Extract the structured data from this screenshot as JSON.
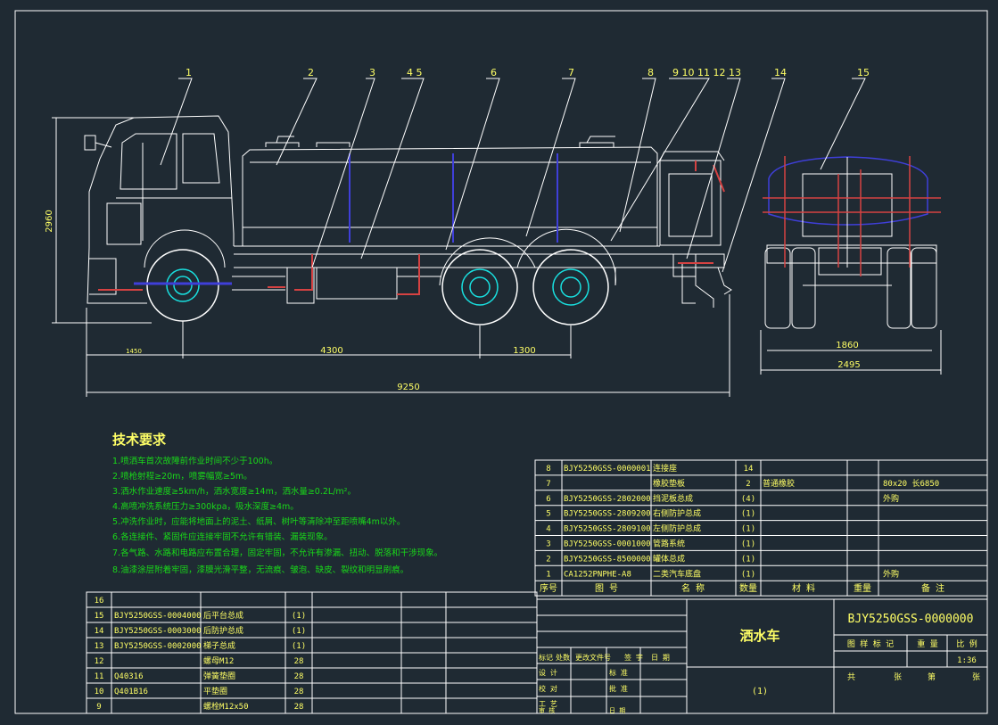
{
  "colors": {
    "background": "#1f2a33",
    "lines": "#ffffff",
    "text": "#ffff66",
    "table_text": "#ffffff",
    "cyan": "#19e0e0",
    "red": "#d64242",
    "blue": "#3f3fd9",
    "green": "#19d919",
    "magenta": "#c64cc6"
  },
  "callouts": [
    "1",
    "2",
    "3",
    "4 5",
    "6",
    "7",
    "8",
    "9 10 11 12",
    "13",
    "14",
    "15"
  ],
  "dims": {
    "height": "2960",
    "overall_length": "9250",
    "wheelbase": "4300",
    "rear_spacing": "1300",
    "front_overhang": "1450",
    "track": "1860",
    "width": "2495"
  },
  "tech": {
    "title": "技术要求",
    "items": [
      "1.喷洒车首次故障前作业时间不少于100h。",
      "2.喷枪射程≥20m，喷雾幅宽≥5m。",
      "3.洒水作业速度≥5km/h，洒水宽度≥14m，洒水量≥0.2L/m²。",
      "4.高喷冲洗系统压力≥300kpa，吸水深度≥4m。",
      "5.冲洗作业时，应能将地面上的泥土、纸屑、树叶等清除冲至距喷嘴4m以外。",
      "6.各连接件、紧固件应连接牢固不允许有错装、漏装现象。",
      "7.各气路、水路和电路应布置合理，固定牢固，不允许有渗漏、扭动、脱落和干涉现象。",
      "8.油漆涂层附着牢固，漆膜光滑平整，无流痕、皱泡、缺皮、裂纹和明显刷痕。"
    ]
  },
  "parts_upper": [
    {
      "seq": "8",
      "code": "BJY5250GSS-0000001",
      "name": "连接座",
      "qty": "14",
      "material": "",
      "weight": "",
      "note": ""
    },
    {
      "seq": "7",
      "code": "",
      "name": "橡胶垫板",
      "qty": "2",
      "material": "普通橡胶",
      "weight": "",
      "note": "80x20  长6850"
    },
    {
      "seq": "6",
      "code": "BJY5250GSS-2802000",
      "name": "挡泥板总成",
      "qty": "(4)",
      "material": "",
      "weight": "",
      "note": "外购"
    },
    {
      "seq": "5",
      "code": "BJY5250GSS-2809200",
      "name": "右侧防护总成",
      "qty": "(1)",
      "material": "",
      "weight": "",
      "note": ""
    },
    {
      "seq": "4",
      "code": "BJY5250GSS-2809100",
      "name": "左侧防护总成",
      "qty": "(1)",
      "material": "",
      "weight": "",
      "note": ""
    },
    {
      "seq": "3",
      "code": "BJY5250GSS-0001000",
      "name": "管路系统",
      "qty": "(1)",
      "material": "",
      "weight": "",
      "note": ""
    },
    {
      "seq": "2",
      "code": "BJY5250GSS-8500000",
      "name": "罐体总成",
      "qty": "(1)",
      "material": "",
      "weight": "",
      "note": ""
    },
    {
      "seq": "1",
      "code": "CA1252PNPHE-A8",
      "name": "二类汽车底盘",
      "qty": "(1)",
      "material": "",
      "weight": "",
      "note": "外购"
    }
  ],
  "parts_header": {
    "seq": "序号",
    "code": "图  号",
    "name": "名  称",
    "qty": "数量",
    "material": "材  料",
    "weight": "重量",
    "note": "备  注"
  },
  "parts_lower": [
    {
      "seq": "16",
      "code": "",
      "name": "",
      "qty": ""
    },
    {
      "seq": "15",
      "code": "BJY5250GSS-0004000",
      "name": "后平台总成",
      "qty": "(1)"
    },
    {
      "seq": "14",
      "code": "BJY5250GSS-0003000",
      "name": "后防护总成",
      "qty": "(1)"
    },
    {
      "seq": "13",
      "code": "BJY5250GSS-0002000",
      "name": "梯子总成",
      "qty": "(1)"
    },
    {
      "seq": "12",
      "code": "",
      "name": "螺母M12",
      "qty": "28"
    },
    {
      "seq": "11",
      "code": "Q40316",
      "name": "弹簧垫圈",
      "qty": "28"
    },
    {
      "seq": "10",
      "code": "Q401B16",
      "name": "平垫圈",
      "qty": "28"
    },
    {
      "seq": "9",
      "code": "",
      "name": "螺栓M12x50",
      "qty": "28"
    }
  ],
  "title_block": {
    "product_name": "洒水车",
    "drawing_no": "BJY5250GSS-0000000",
    "headers": [
      "图  样  标  记",
      "重  量",
      "比  例"
    ],
    "scale": "1:36",
    "sheet_info": [
      "共",
      "张",
      "第",
      "张"
    ],
    "rev_headers": [
      "标记",
      "处数",
      "更改文件号",
      "签  字",
      "日  期"
    ],
    "signers": [
      [
        "设  计",
        "标  准"
      ],
      [
        "校  对",
        "批  准"
      ],
      [
        "工  艺",
        ""
      ],
      [
        "审  核",
        "日  期"
      ]
    ],
    "sub_code": "(1)"
  }
}
